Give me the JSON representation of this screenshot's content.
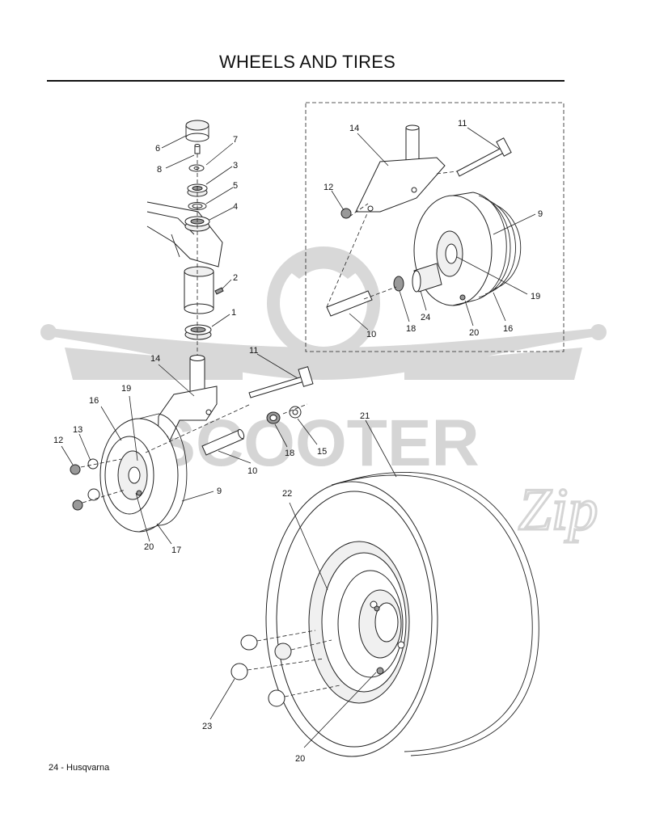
{
  "header": {
    "title": "WHEELS AND TIRES"
  },
  "footer": {
    "page_label": "24 - Husqvarna"
  },
  "watermark": {
    "text": "SCOOTER",
    "script_text": "Zip",
    "color": "#c8c8c8"
  },
  "callouts": [
    "6",
    "7",
    "8",
    "3",
    "5",
    "4",
    "2",
    "1",
    "14",
    "11",
    "19",
    "16",
    "13",
    "12",
    "18",
    "15",
    "10",
    "9",
    "20",
    "17",
    "21",
    "22",
    "23",
    "20",
    "14",
    "11",
    "12",
    "9",
    "19",
    "24",
    "18",
    "20",
    "16",
    "10"
  ]
}
